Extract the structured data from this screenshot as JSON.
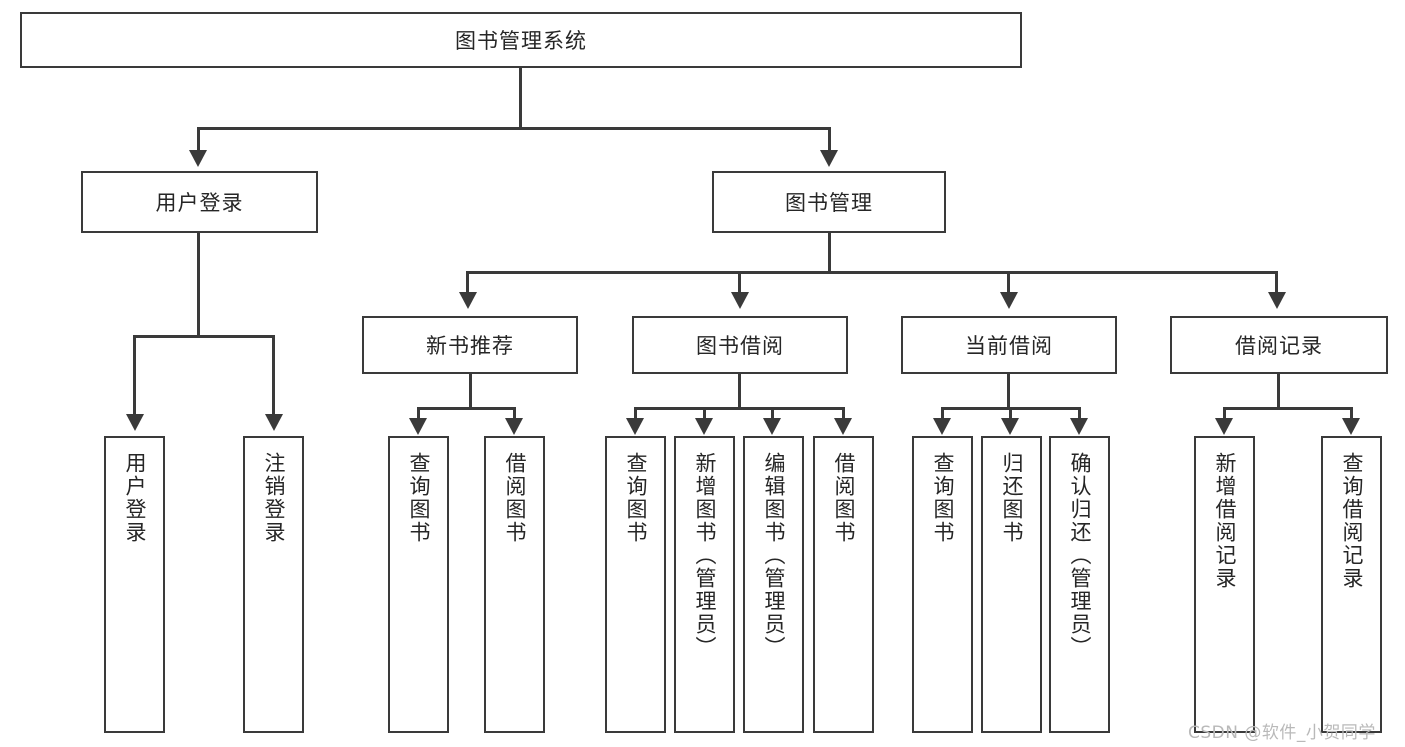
{
  "diagram": {
    "type": "tree-hierarchy-diagram",
    "title": "图书管理系统",
    "root": {
      "label": "图书管理系统"
    },
    "level1": [
      {
        "label": "用户登录"
      },
      {
        "label": "图书管理"
      }
    ],
    "level2": [
      {
        "label": "新书推荐"
      },
      {
        "label": "图书借阅"
      },
      {
        "label": "当前借阅"
      },
      {
        "label": "借阅记录"
      }
    ],
    "leaves": {
      "user_login": [
        {
          "label": "用户登录"
        },
        {
          "label": "注销登录"
        }
      ],
      "new_book_recommend": [
        {
          "label": "查询图书"
        },
        {
          "label": "借阅图书"
        }
      ],
      "book_borrow": [
        {
          "label": "查询图书"
        },
        {
          "label": "新增图书（管理员）"
        },
        {
          "label": "编辑图书（管理员）"
        },
        {
          "label": "借阅图书"
        }
      ],
      "current_borrow": [
        {
          "label": "查询图书"
        },
        {
          "label": "归还图书"
        },
        {
          "label": "确认归还（管理员）"
        }
      ],
      "borrow_record": [
        {
          "label": "新增借阅记录"
        },
        {
          "label": "查询借阅记录"
        }
      ]
    }
  },
  "watermark": {
    "text": "CSDN @软件_小贺同学"
  },
  "colors": {
    "stroke": "#3a3a3a",
    "text": "#262626",
    "background": "#ffffff",
    "watermark": "#b9b9b9"
  }
}
